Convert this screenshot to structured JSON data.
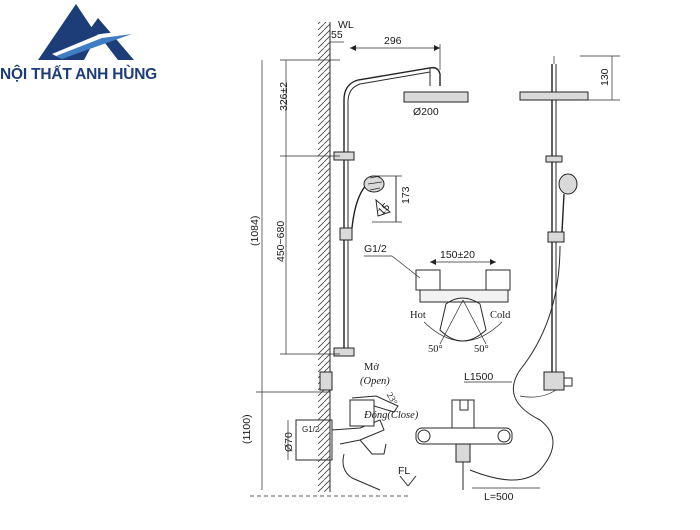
{
  "brand": {
    "name": "NỘI THẤT ANH HÙNG",
    "logo_icon": "anh-hung-mountain-logo",
    "colors": {
      "primary": "#1c3d78",
      "secondary": "#3f7cc4"
    }
  },
  "drawing": {
    "wall_label": "WL",
    "floor_label": "FL",
    "dim_offset": "55",
    "dim_arm": "296",
    "dim_head_dia": "Ø200",
    "dim_head_drop": "130",
    "dim_top": "326±2",
    "dim_rail": "450~680",
    "dim_total": "(1084)",
    "dim_hand_angle": "15",
    "dim_hand_len": "173",
    "thread_top": "G1/2",
    "thread_mixer": "G1/2",
    "dim_center": "150±20",
    "label_hot": "Hot",
    "label_cold": "Cold",
    "angle_hot": "50°",
    "angle_cold": "50°",
    "label_open_vn": "Mở",
    "label_open_en": "(Open)",
    "angle_lever": "23°",
    "label_close": "Đóng(Close)",
    "dim_mixer_dia": "Ø70",
    "dim_mixer_height": "(1100)",
    "dim_hose_long": "L1500",
    "dim_hose_short": "L=500"
  }
}
